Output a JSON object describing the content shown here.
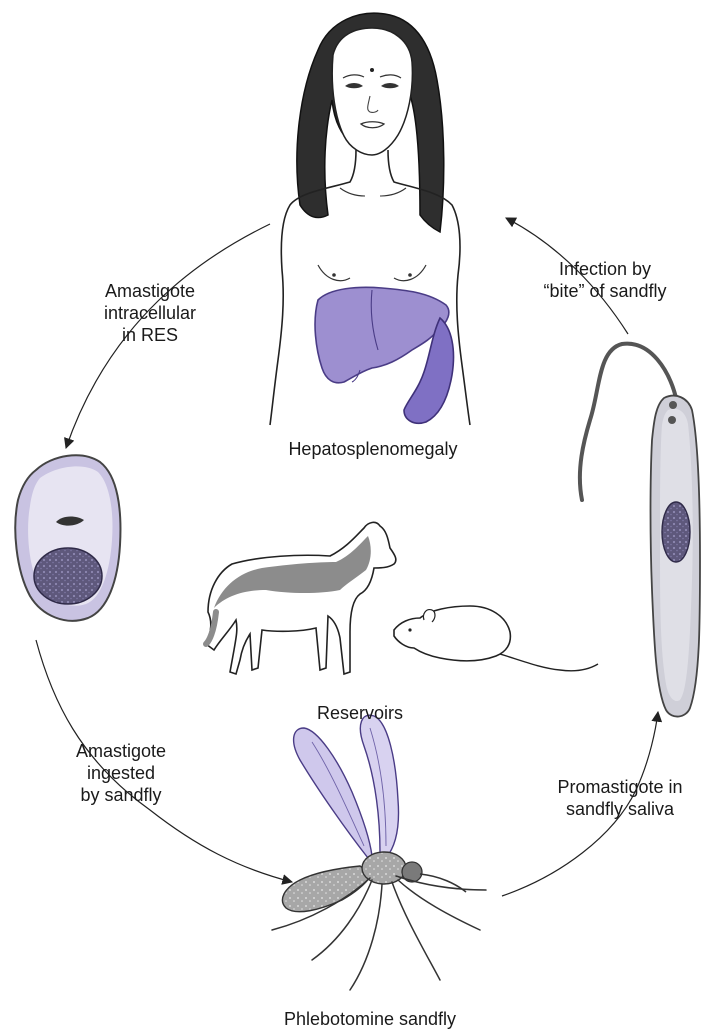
{
  "labels": {
    "human_stage": "Hepatosplenomegaly",
    "infection": [
      "Infection by",
      "“bite” of sandfly"
    ],
    "amastigote_res": [
      "Amastigote",
      "intracellular",
      "in RES"
    ],
    "reservoirs": "Reservoirs",
    "amastigote_ingested": [
      "Amastigote",
      "ingested",
      "by sandfly"
    ],
    "promastigote": [
      "Promastigote in",
      "sandfly saliva"
    ],
    "vector": "Phlebotomine sandfly"
  },
  "colors": {
    "organ_fill": "#9d8fd0",
    "organ_stroke": "#4a3c86",
    "cell_fill": "#c9c3e2",
    "nucleus_fill": "#5e587c",
    "dog_gray": "#8c8c8c",
    "wing_fill": "#cfc8ec"
  }
}
